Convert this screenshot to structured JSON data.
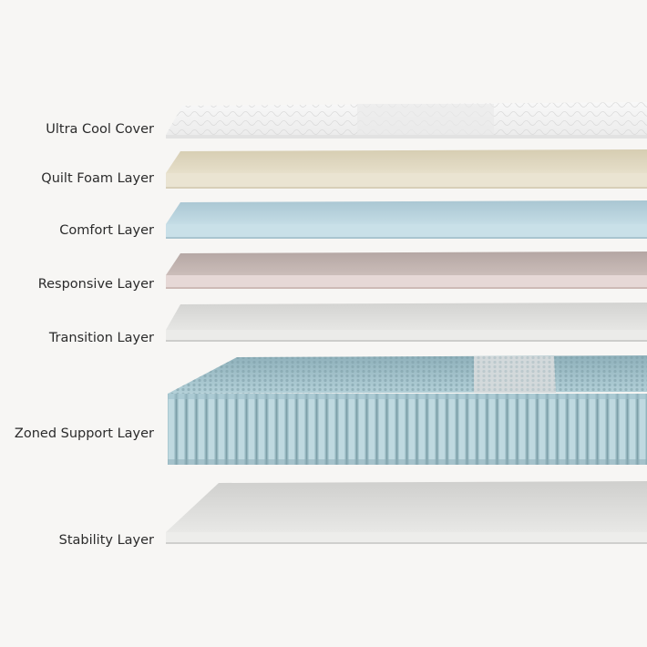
{
  "layers": [
    {
      "label": "Ultra Cool Cover"
    },
    {
      "label": "Quilt Foam Layer"
    },
    {
      "label": "Comfort Layer"
    },
    {
      "label": "Responsive Layer"
    },
    {
      "label": "Transition Layer"
    },
    {
      "label": "Zoned Support Layer"
    },
    {
      "label": "Stability Layer"
    }
  ],
  "colors": {
    "background": "#f7f6f4",
    "cover": "#f4f4f4",
    "quilt_foam": "#e3dcc6",
    "comfort": "#bfd8e1",
    "responsive": "#cdbfbc",
    "transition": "#dcdcda",
    "support_springs": "#a9c8d0",
    "support_zone": "#cfd6d8",
    "stability": "#e2e2e0"
  }
}
